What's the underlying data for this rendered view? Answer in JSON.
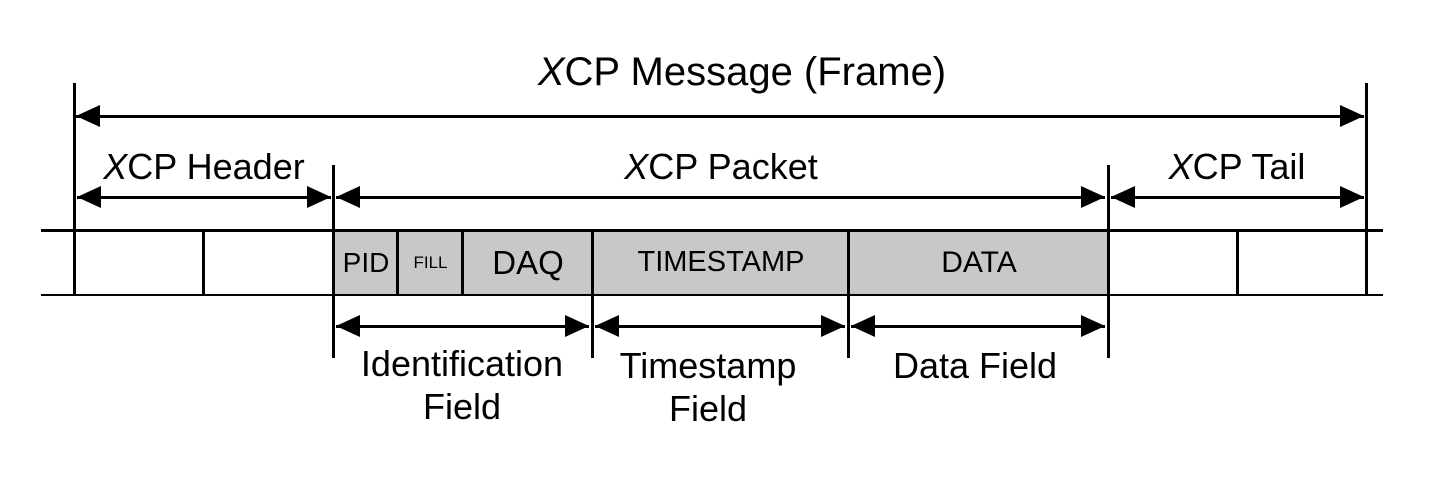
{
  "diagram": {
    "title": {
      "em": "X",
      "rest": "CP Message (Frame)"
    },
    "sections": {
      "header": {
        "em": "X",
        "rest": "CP Header"
      },
      "packet": {
        "em": "X",
        "rest": "CP Packet"
      },
      "tail": {
        "em": "X",
        "rest": "CP Tail"
      }
    },
    "packet_cells": [
      {
        "label": "PID"
      },
      {
        "label": "FILL"
      },
      {
        "label": "DAQ"
      },
      {
        "label": "TIMESTAMP"
      },
      {
        "label": "DATA"
      }
    ],
    "fields": {
      "identification": {
        "lines": [
          "Identification",
          "Field"
        ]
      },
      "timestamp": {
        "lines": [
          "Timestamp",
          "Field"
        ]
      },
      "data": {
        "lines": [
          "Data Field"
        ]
      }
    },
    "colors": {
      "line": "#000000",
      "cell_fill": "#c8c8c8",
      "background": "#ffffff",
      "text": "#000000"
    }
  }
}
